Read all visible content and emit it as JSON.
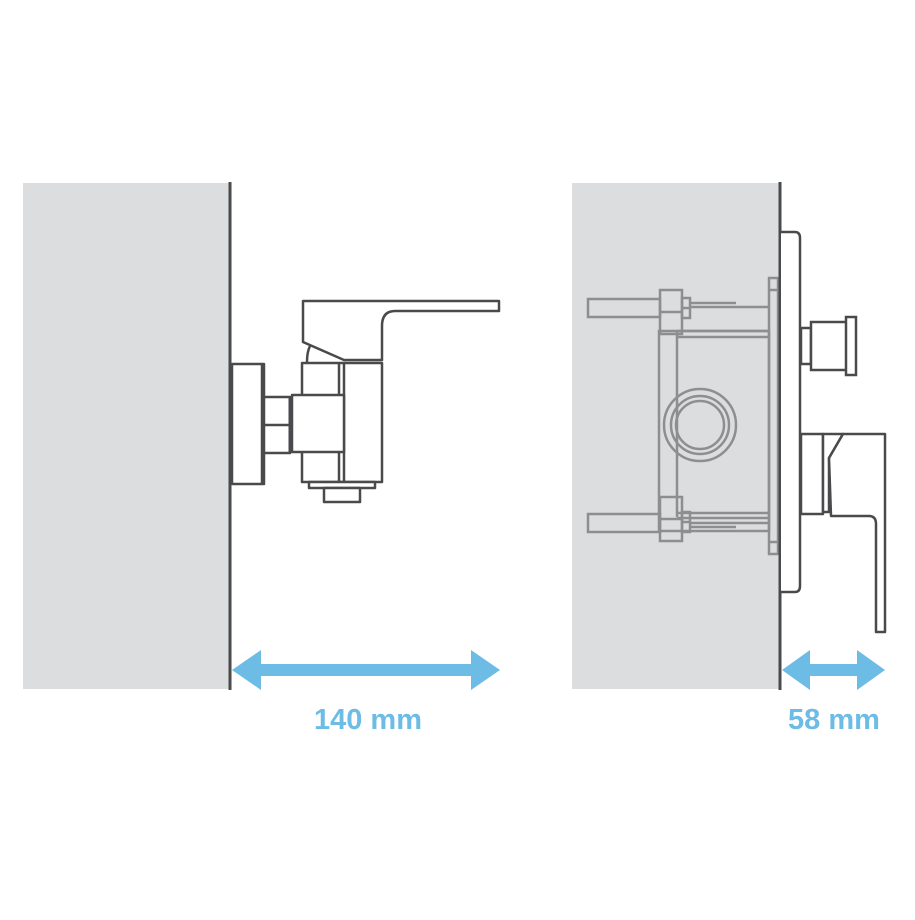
{
  "diagram": {
    "type": "installation-depth-comparison",
    "colors": {
      "wall_fill": "#dcdddf",
      "wall_edge": "#4a4a4c",
      "fixture_stroke": "#4a4a4c",
      "hidden_part_stroke": "#8e8e90",
      "dimension": "#6cbce6",
      "background": "#ffffff"
    },
    "panels": [
      {
        "id": "exposed-mixer",
        "description": "Wall-mounted exposed shower mixer projecting from wall",
        "dimension": {
          "value": 140,
          "unit": "mm",
          "label": "140 mm"
        }
      },
      {
        "id": "concealed-mixer",
        "description": "Concealed (in-wall) shower mixer with trim plate, diverter knob and lever handle",
        "dimension": {
          "value": 58,
          "unit": "mm",
          "label": "58 mm"
        }
      }
    ]
  }
}
